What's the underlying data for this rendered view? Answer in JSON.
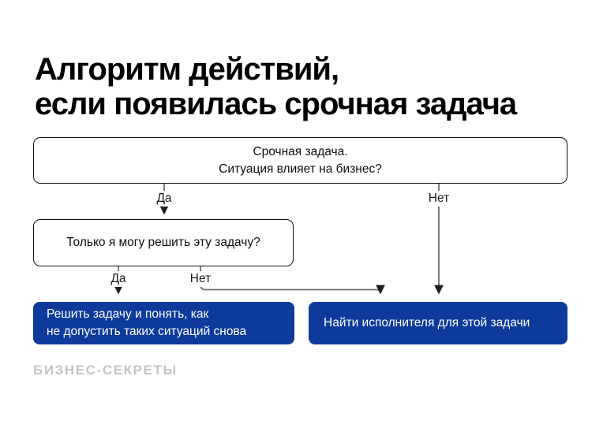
{
  "title": {
    "line1": "Алгоритм действий,",
    "line2": "если появилась срочная задача"
  },
  "flowchart": {
    "root_question": {
      "line1": "Срочная задача.",
      "line2": "Ситуация влияет на бизнес?"
    },
    "root_yes_label": "Да",
    "root_no_label": "Нет",
    "question2": "Только я могу решить эту задачу?",
    "q2_yes_label": "Да",
    "q2_no_label": "Нет",
    "action_solve": {
      "line1": "Решить задачу и понять, как",
      "line2": "не допустить таких ситуаций снова"
    },
    "action_delegate": "Найти исполнителя для этой задачи"
  },
  "footer": {
    "brand": "БИЗНЕС-СЕКРЕТЫ"
  },
  "colors": {
    "accent_blue": "#0d3a9b",
    "connector": "#6e6e6e",
    "arrowhead": "#1b1b1b",
    "brand_gray": "#c4c4c4"
  }
}
